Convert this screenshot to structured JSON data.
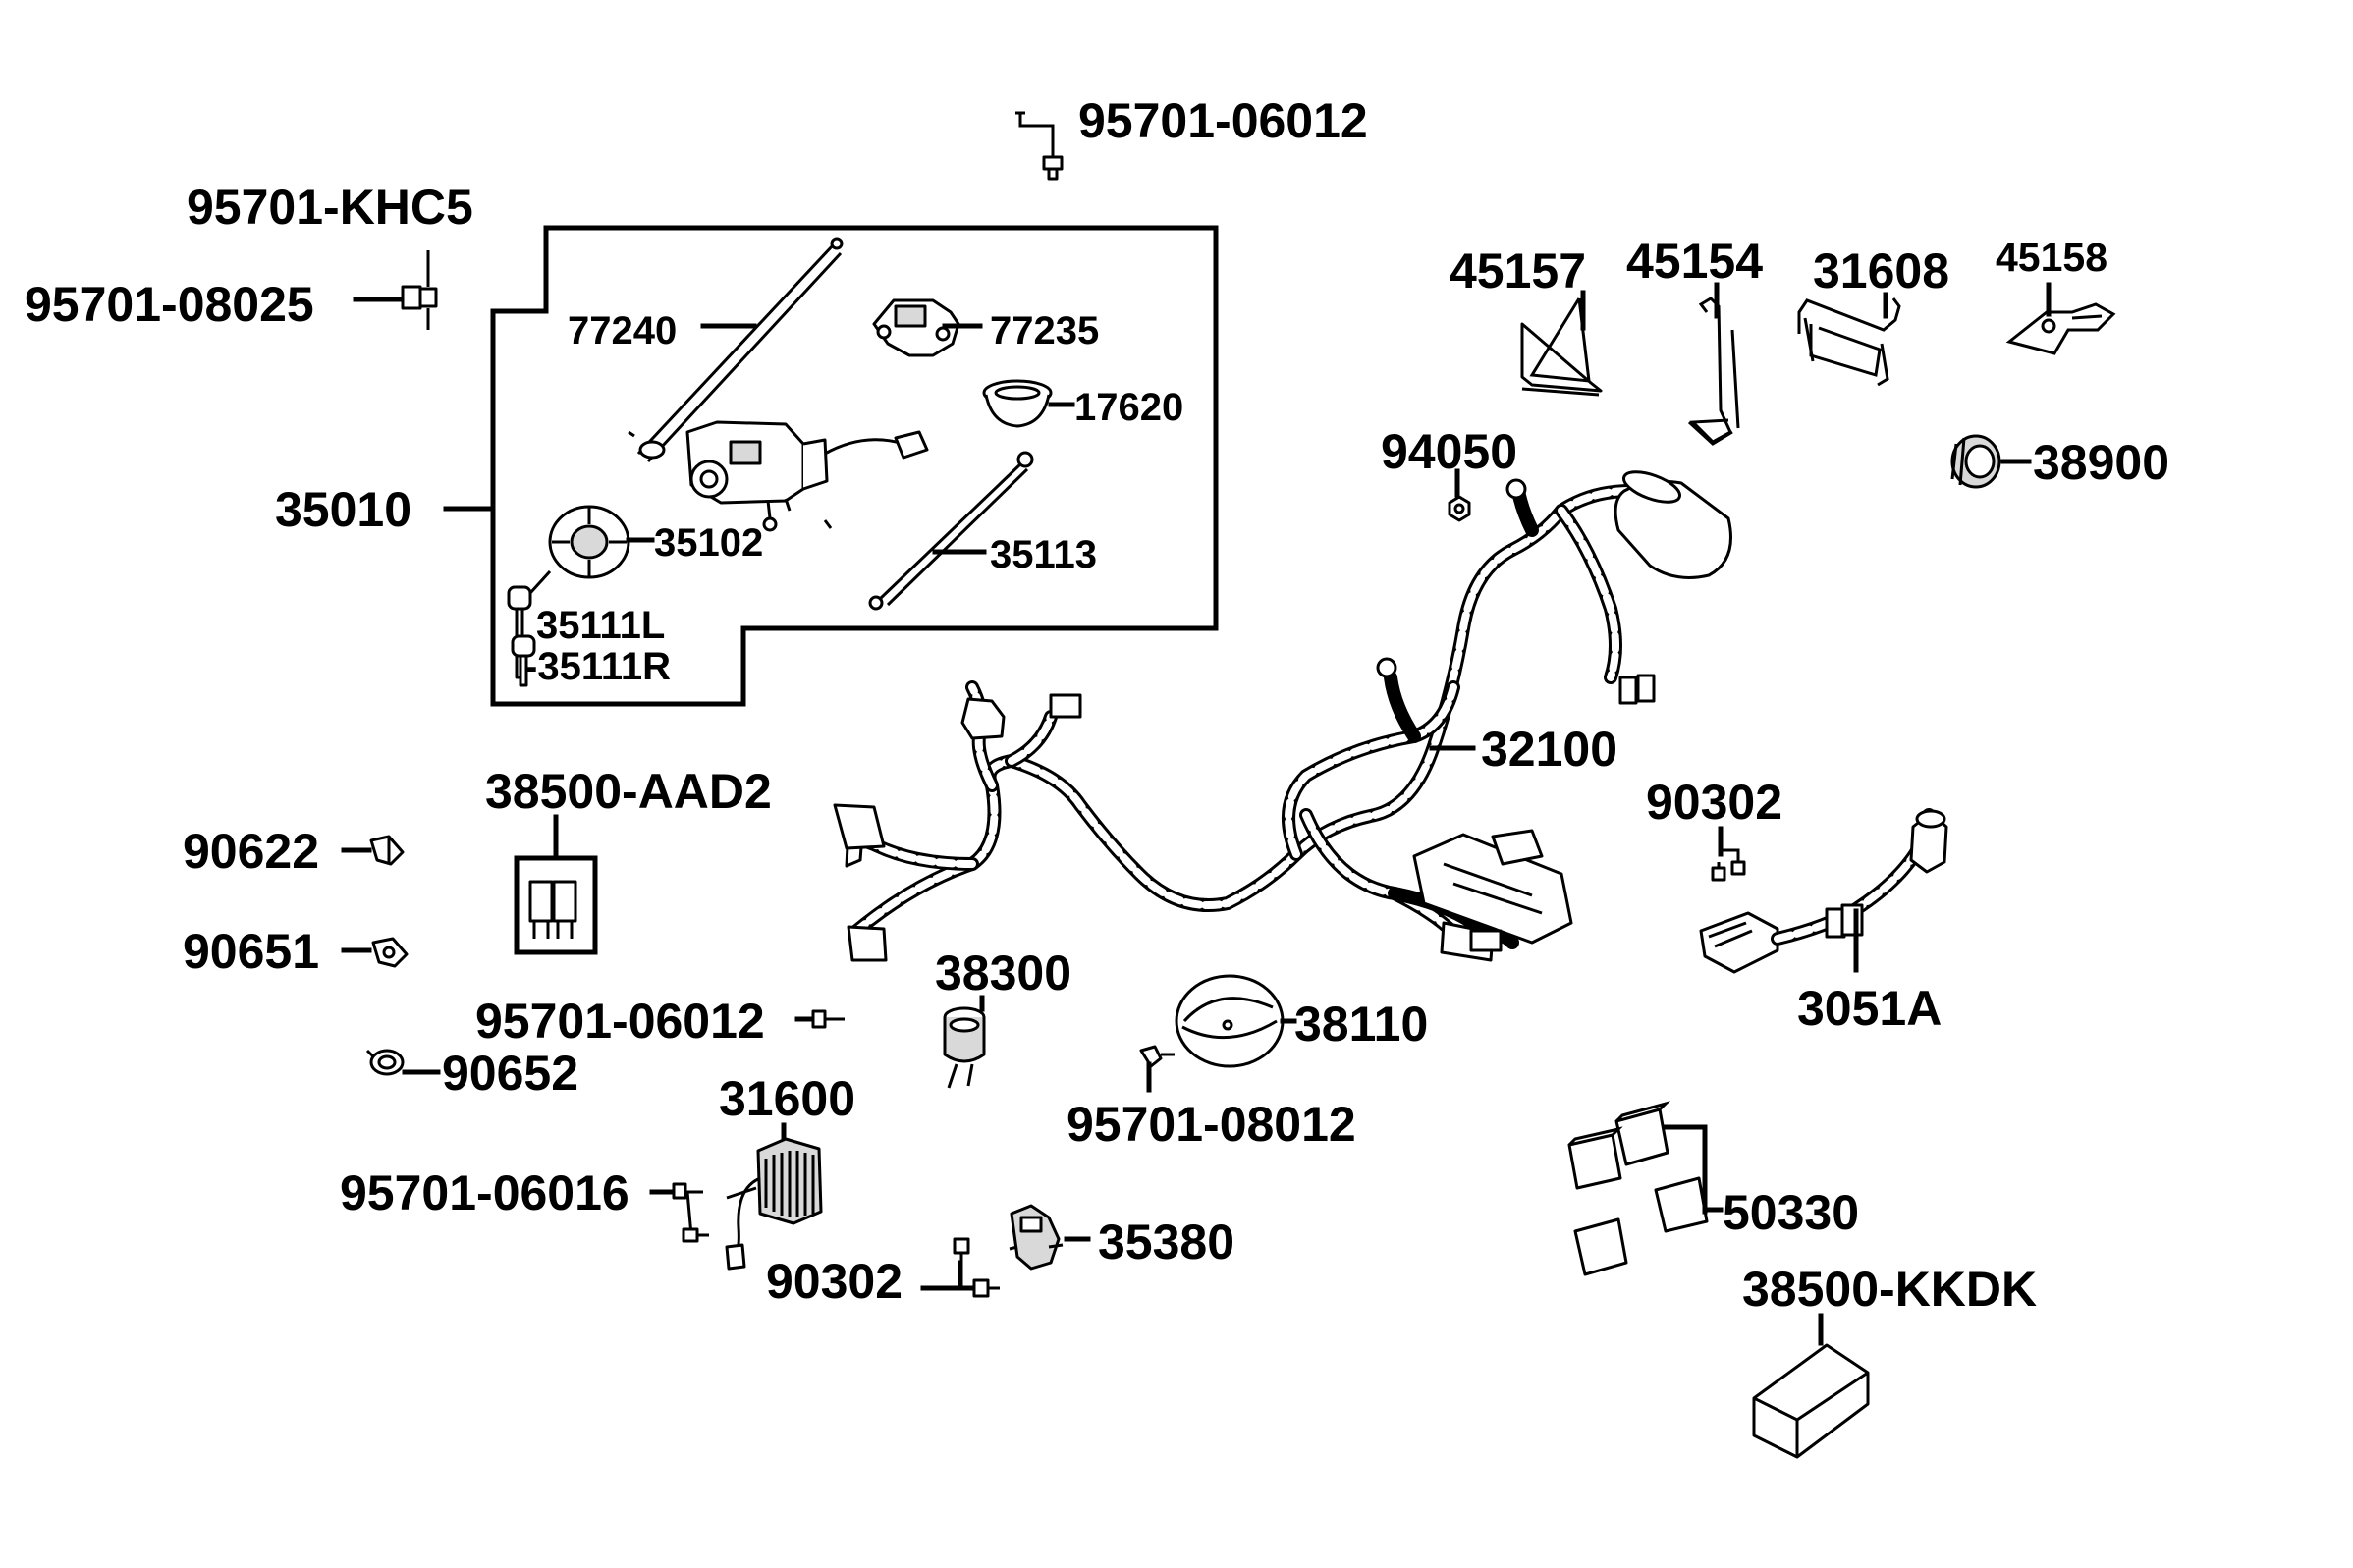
{
  "labels": {
    "bolt_top": "95701-06012",
    "khc5": "95701-KHC5",
    "bolt_08025": "95701-08025",
    "p77240": "77240",
    "p77235": "77235",
    "p17620": "17620",
    "p35010": "35010",
    "p35102": "35102",
    "p35113": "35113",
    "p35111L": "35111L",
    "p35111R": "-35111R",
    "p45157": "45157",
    "p45154": "45154",
    "p31608": "31608",
    "p45158": "45158",
    "p94050": "94050",
    "p38900": "38900",
    "p32100": "32100",
    "p38500_aad2": "38500-AAD2",
    "p90622": "90622",
    "p90651": "90651",
    "p90302_right": "90302",
    "p3051A": "3051A",
    "p38300": "38300",
    "p38110": "38110",
    "bolt_06012_mid": "95701-06012",
    "p90652": "90652",
    "p31600": "31600",
    "bolt_08012": "95701-08012",
    "bolt_06016": "95701-06016",
    "p35380": "35380",
    "p90302_bottom": "90302",
    "p50330": "50330",
    "p38500_kkdk": "38500-KKDK"
  }
}
